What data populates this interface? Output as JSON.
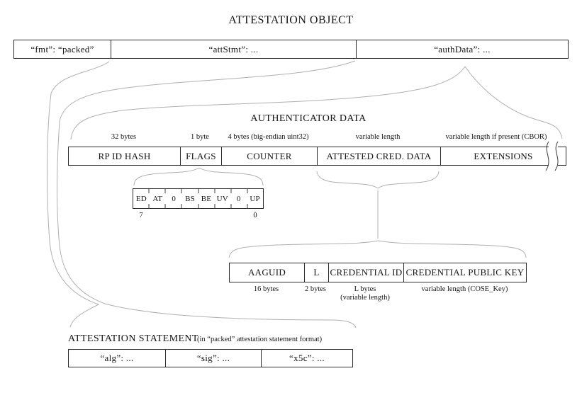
{
  "title": "ATTESTATION OBJECT",
  "attestation_object": {
    "fmt": "“fmt”: “packed”",
    "att_stmt": "“attStmt”: ...",
    "auth_data": "“authData”: ..."
  },
  "authenticator_data": {
    "heading": "AUTHENTICATOR DATA",
    "fields": [
      {
        "label": "RP ID HASH",
        "size": "32 bytes"
      },
      {
        "label": "FLAGS",
        "size": "1 byte"
      },
      {
        "label": "COUNTER",
        "size": "4 bytes (big-endian uint32)"
      },
      {
        "label": "ATTESTED CRED. DATA",
        "size": "variable length"
      },
      {
        "label": "EXTENSIONS",
        "size": "variable length if present (CBOR)"
      }
    ]
  },
  "flags_bits": {
    "bits": [
      "ED",
      "AT",
      "0",
      "BS",
      "BE",
      "UV",
      "0",
      "UP"
    ],
    "high_bit": "7",
    "low_bit": "0"
  },
  "attested_credential_data": {
    "fields": [
      {
        "label": "AAGUID",
        "size": "16 bytes"
      },
      {
        "label": "L",
        "size": "2 bytes"
      },
      {
        "label": "CREDENTIAL ID",
        "size": "L bytes",
        "size_note": "(variable length)"
      },
      {
        "label": "CREDENTIAL PUBLIC KEY",
        "size": "variable length (COSE_Key)"
      }
    ]
  },
  "attestation_statement": {
    "heading": "ATTESTATION STATEMENT",
    "note": "(in “packed” attestation statement format)",
    "fields": [
      "“alg”: ...",
      "“sig”: ...",
      "“x5c”: ..."
    ]
  }
}
